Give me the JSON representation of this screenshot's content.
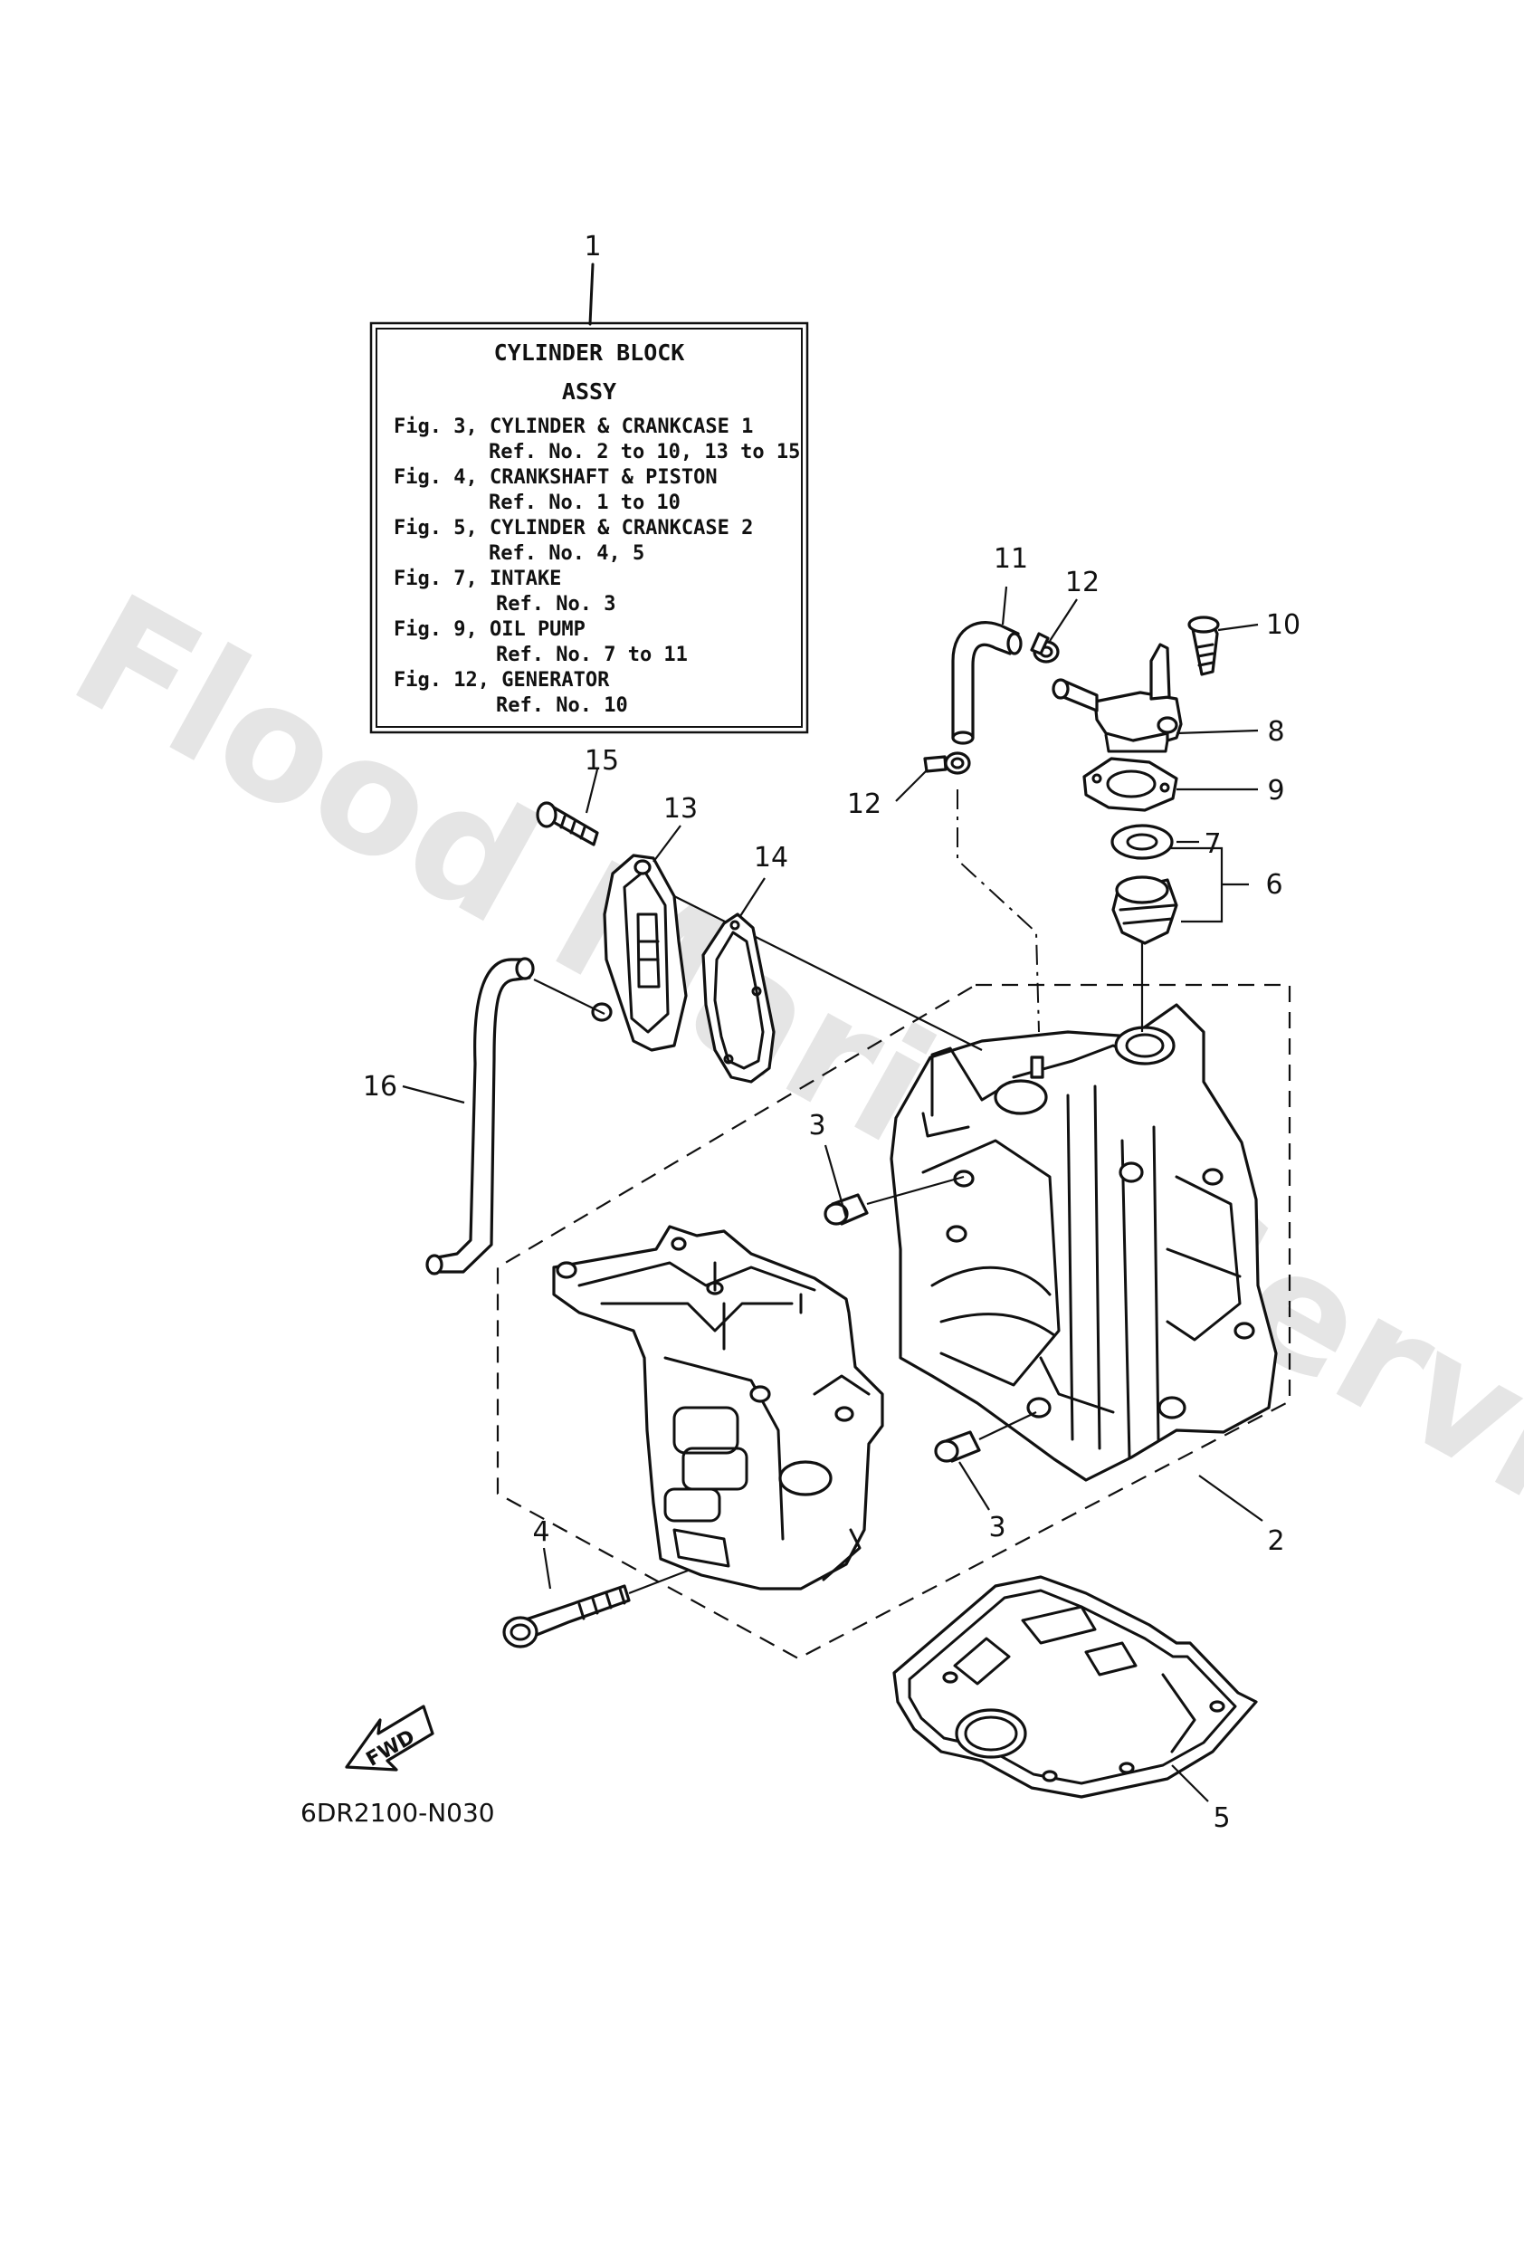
{
  "info_box": {
    "title_line1": "CYLINDER BLOCK",
    "title_line2": "ASSY",
    "lines": [
      "Fig. 3, CYLINDER & CRANKCASE 1",
      "Ref. No. 2 to 10, 13 to 15",
      "Fig. 4, CRANKSHAFT & PISTON",
      "Ref. No. 1 to 10",
      "Fig. 5, CYLINDER & CRANKCASE 2",
      "Ref. No. 4, 5",
      "Fig. 7, INTAKE",
      "Ref. No. 3",
      "Fig. 9, OIL PUMP",
      "Ref. No. 7 to 11",
      "Fig. 12, GENERATOR",
      "Ref. No. 10"
    ]
  },
  "callouts": [
    "1",
    "2",
    "3",
    "3",
    "4",
    "5",
    "6",
    "7",
    "8",
    "9",
    "10",
    "11",
    "12",
    "12",
    "13",
    "14",
    "15",
    "16"
  ],
  "fwd_label": "FWD",
  "diagram_code": "6DR2100-N030",
  "watermark": "Flood Marine Services"
}
